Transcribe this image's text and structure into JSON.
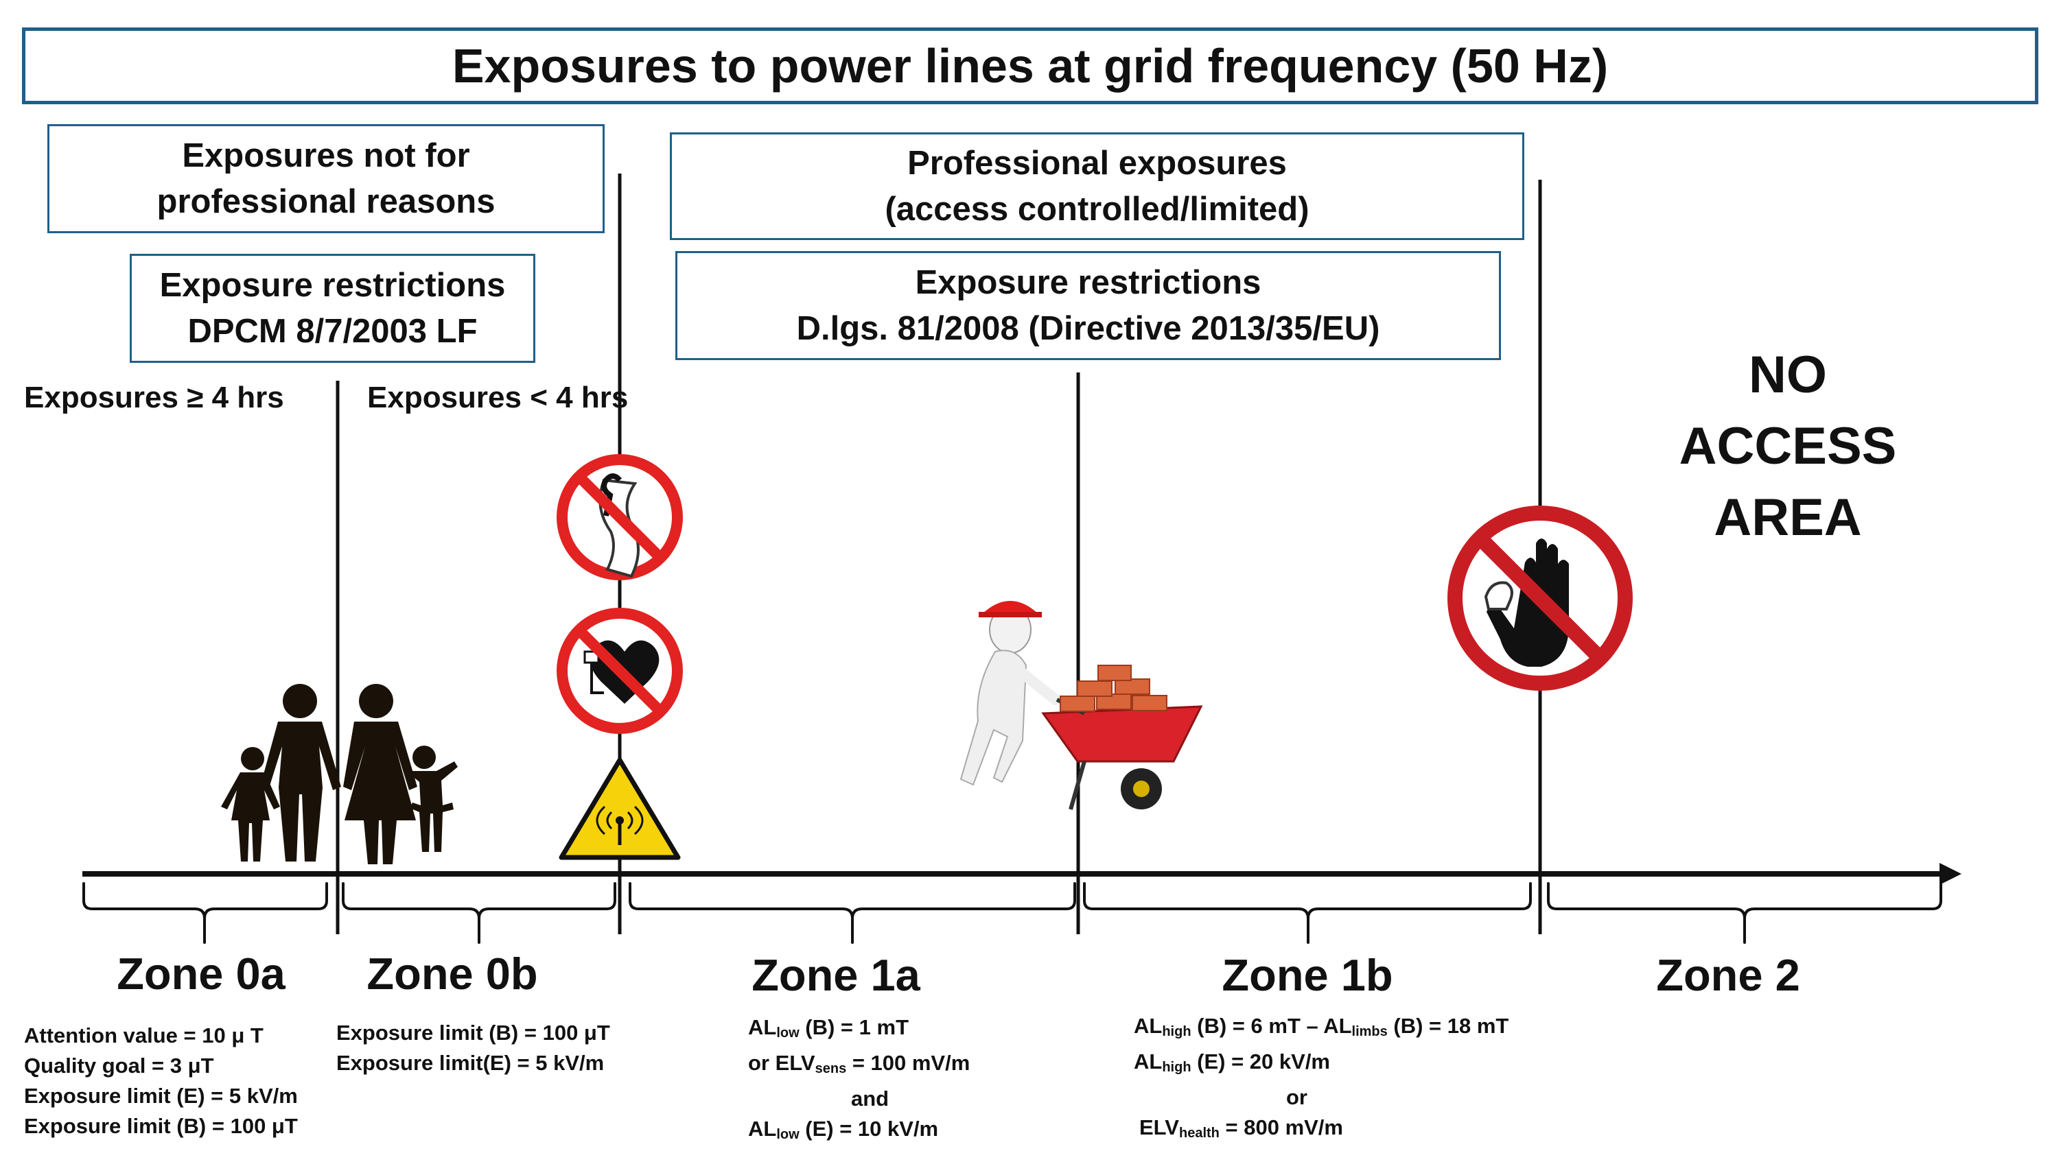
{
  "title": "Exposures to power lines at grid frequency (50 Hz)",
  "left_header": {
    "line1": "Exposures not for",
    "line2": "professional reasons"
  },
  "left_restrictions": {
    "line1": "Exposure restrictions",
    "line2": "DPCM 8/7/2003 LF"
  },
  "right_header": {
    "line1": "Professional exposures",
    "line2": "(access controlled/limited)"
  },
  "right_restrictions": {
    "line1": "Exposure restrictions",
    "line2": "D.lgs. 81/2008 (Directive 2013/35/EU)"
  },
  "exposure_duration": {
    "long": "Exposures ≥ 4 hrs",
    "short": "Exposures < 4 hrs"
  },
  "no_access": [
    "NO",
    "ACCESS",
    "AREA"
  ],
  "zones": [
    {
      "name": "Zone 0a",
      "notes": [
        "Attention value = 10 μ T",
        "Quality goal = 3 μT",
        "Exposure limit (E) = 5 kV/m",
        "Exposure limit (B) = 100 μT"
      ]
    },
    {
      "name": "Zone 0b",
      "notes": [
        "Exposure limit (B) = 100 μT",
        "Exposure limit(E) = 5 kV/m"
      ]
    },
    {
      "name": "Zone 1a",
      "notes": {
        "l1_a": "AL",
        "l1_sub": "low",
        "l1_b": " (B) = 1 mT",
        "l2_a": "or  ELV",
        "l2_sub": "sens",
        "l2_b": " = 100 mV/m",
        "l3": "and",
        "l4_a": "AL",
        "l4_sub": "low",
        "l4_b": " (E) = 10 kV/m"
      }
    },
    {
      "name": "Zone 1b",
      "notes": {
        "l1_a": "AL",
        "l1_sub": "high",
        "l1_b": " (B) = 6 mT  –  AL",
        "l1_sub2": "limbs",
        "l1_c": " (B) = 18 mT",
        "l2_a": "AL",
        "l2_sub": "high",
        "l2_b": " (E) = 20 kV/m",
        "l3": "or",
        "l4_a": "ELV",
        "l4_sub": "health",
        "l4_b": " = 800 mV/m"
      }
    },
    {
      "name": "Zone 2",
      "notes": []
    }
  ],
  "icons": {
    "family": "family-silhouette-icon",
    "no_implant": "no-metal-implants-icon",
    "no_pacemaker": "no-pacemaker-icon",
    "radiation": "non-ionizing-radiation-warning-icon",
    "worker": "worker-with-wheelbarrow-icon",
    "no_access": "no-access-hand-icon"
  },
  "colors": {
    "box_border": "#1f5f8a",
    "prohibition_red": "#e32222",
    "warning_yellow": "#f6d20a"
  }
}
